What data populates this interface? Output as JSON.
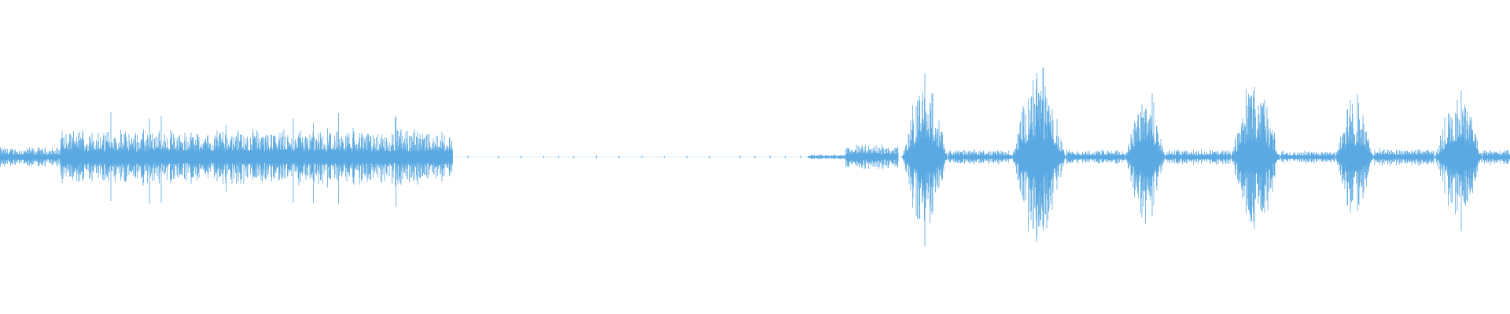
{
  "waveform": {
    "color": "#5aa9e2",
    "background": "#ffffff",
    "duration_fraction_total": 1.0,
    "segments": [
      {
        "start": 0.0,
        "end": 0.04,
        "amp": 0.08,
        "kind": "noise"
      },
      {
        "start": 0.04,
        "end": 0.3,
        "amp": 0.22,
        "kind": "noise",
        "burst_amp": 0.42
      },
      {
        "start": 0.265,
        "end": 0.295,
        "amp": 0.1,
        "kind": "decay"
      },
      {
        "start": 0.295,
        "end": 0.535,
        "amp": 0.0,
        "kind": "silence"
      },
      {
        "start": 0.535,
        "end": 0.56,
        "amp": 0.02,
        "kind": "hiss"
      },
      {
        "start": 0.56,
        "end": 0.595,
        "amp": 0.1,
        "kind": "noise"
      },
      {
        "start": 0.597,
        "end": 0.628,
        "amp": 0.62,
        "kind": "burst"
      },
      {
        "start": 0.628,
        "end": 0.67,
        "amp": 0.06,
        "kind": "noise"
      },
      {
        "start": 0.67,
        "end": 0.706,
        "amp": 0.72,
        "kind": "burst"
      },
      {
        "start": 0.706,
        "end": 0.745,
        "amp": 0.06,
        "kind": "noise"
      },
      {
        "start": 0.745,
        "end": 0.772,
        "amp": 0.55,
        "kind": "burst"
      },
      {
        "start": 0.772,
        "end": 0.815,
        "amp": 0.06,
        "kind": "noise"
      },
      {
        "start": 0.815,
        "end": 0.848,
        "amp": 0.6,
        "kind": "burst"
      },
      {
        "start": 0.848,
        "end": 0.884,
        "amp": 0.05,
        "kind": "noise"
      },
      {
        "start": 0.884,
        "end": 0.91,
        "amp": 0.45,
        "kind": "burst"
      },
      {
        "start": 0.91,
        "end": 0.95,
        "amp": 0.07,
        "kind": "noise"
      },
      {
        "start": 0.95,
        "end": 0.982,
        "amp": 0.56,
        "kind": "burst"
      },
      {
        "start": 0.982,
        "end": 1.0,
        "amp": 0.06,
        "kind": "noise"
      }
    ],
    "sparse_dots": [
      0.31,
      0.33,
      0.345,
      0.36,
      0.37,
      0.38,
      0.395,
      0.41,
      0.425,
      0.44,
      0.455,
      0.47,
      0.49,
      0.5,
      0.51,
      0.52,
      0.53
    ]
  }
}
